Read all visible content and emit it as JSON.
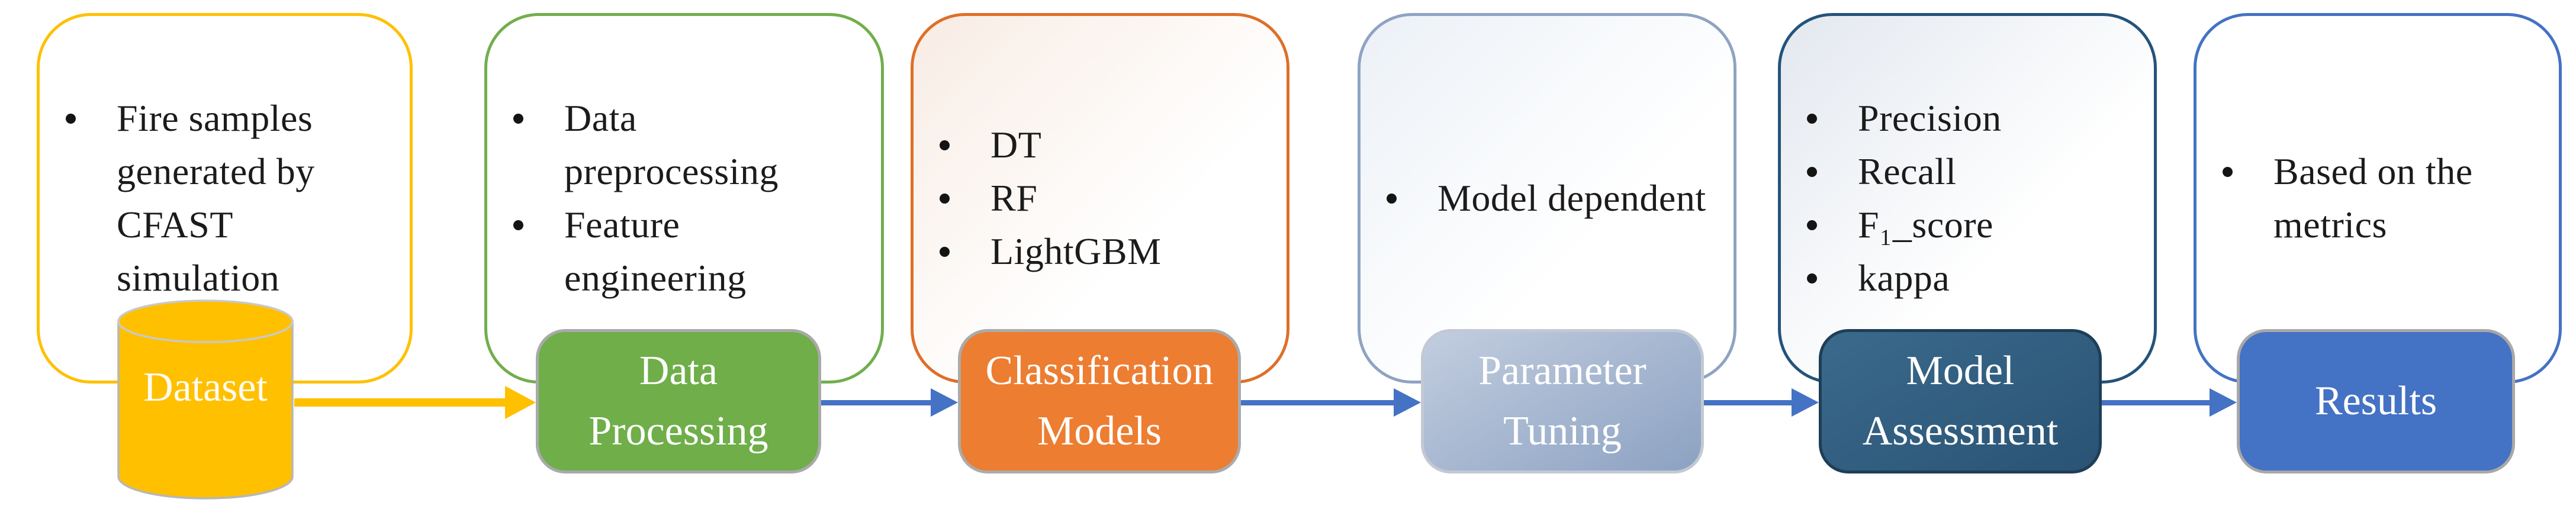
{
  "figure": {
    "type": "flow-diagram",
    "description": "Machine learning workflow pipeline",
    "background": "#FFFFFF"
  },
  "stages": [
    {
      "name": "dataset",
      "label": "Dataset",
      "shape": "cylinder",
      "fill": "#FFC000",
      "node_border": "#BDBDBD",
      "callout_border": "#FFC000",
      "callout_tint": "",
      "notes": [
        "Fire samples generated by CFAST simulation"
      ]
    },
    {
      "name": "data-processing",
      "label": "Data Processing",
      "shape": "rounded-rect",
      "fill": "#6FAE49",
      "node_border": "#A9A9A9",
      "callout_border": "#72AE4D",
      "callout_tint": "",
      "notes": [
        "Data preprocessing",
        "Feature engineering"
      ]
    },
    {
      "name": "classification-models",
      "label": "Classification Models",
      "shape": "rounded-rect",
      "fill": "#ED7D31",
      "node_border": "#ABABAB",
      "callout_border": "#DE6F28",
      "callout_tint": "#F8ECE4",
      "notes": [
        "DT",
        "RF",
        "LightGBM"
      ]
    },
    {
      "name": "parameter-tuning",
      "label": "Parameter Tuning",
      "shape": "rounded-rect",
      "fill": "#A9B8D2",
      "fill_from": "#C2CDDF",
      "fill_to": "#8CA2C2",
      "node_border": "#C3C9D4",
      "callout_border": "#8FA3C2",
      "callout_tint": "#ECF1F7",
      "notes": [
        "Model dependent"
      ]
    },
    {
      "name": "model-assessment",
      "label": "Model Assessment",
      "shape": "rounded-rect",
      "fill": "#2E5B7C",
      "fill_from": "#3A6A8C",
      "fill_to": "#2A5374",
      "node_border": "#1E3E57",
      "callout_border": "#24537B",
      "callout_tint": "#E3E8EF",
      "notes": [
        "Precision",
        "Recall",
        "F₁_score",
        "kappa"
      ]
    },
    {
      "name": "results",
      "label": "Results",
      "shape": "rounded-rect",
      "fill": "#4472C4",
      "node_border": "#A8A8A8",
      "callout_border": "#4472C4",
      "callout_tint": "",
      "notes": [
        "Based on the metrics"
      ]
    }
  ],
  "connectors": [
    {
      "from": "dataset",
      "to": "data-processing",
      "color": "#FFC000"
    },
    {
      "from": "data-processing",
      "to": "classification-models",
      "color": "#4472C4"
    },
    {
      "from": "classification-models",
      "to": "parameter-tuning",
      "color": "#4472C4"
    },
    {
      "from": "parameter-tuning",
      "to": "model-assessment",
      "color": "#4472C4"
    },
    {
      "from": "model-assessment",
      "to": "results",
      "color": "#4472C4"
    }
  ]
}
